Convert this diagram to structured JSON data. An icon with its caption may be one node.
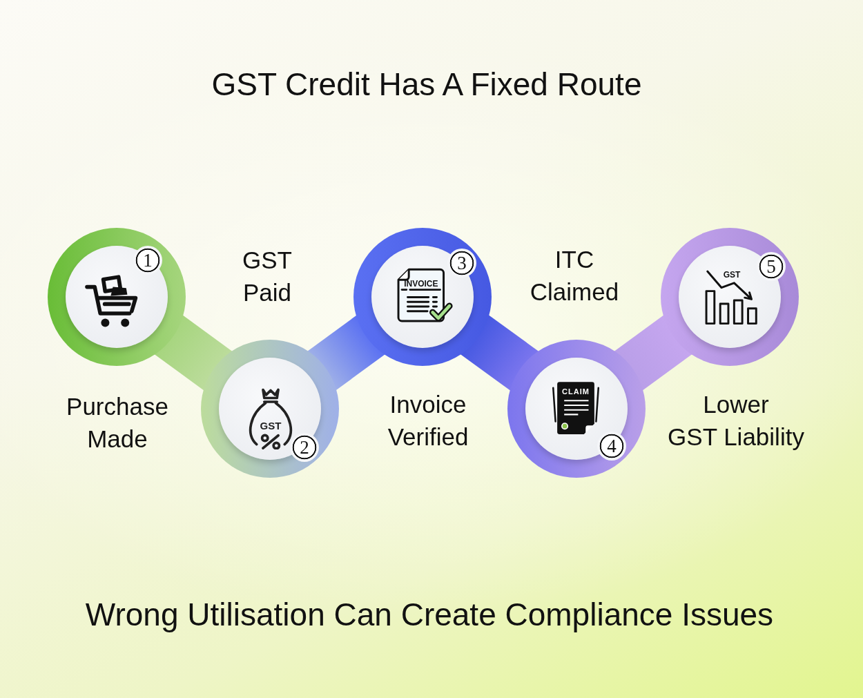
{
  "diagram": {
    "title": "GST Credit Has A Fixed Route",
    "caption": "Wrong Utilisation Can Create Compliance Issues",
    "nodes": [
      {
        "text": [
          "1"
        ],
        "beside": [
          "Purchase Made"
        ]
      },
      {
        "text": [
          "2"
        ],
        "beside": [
          "GST Paid"
        ]
      },
      {
        "text": [
          "3"
        ],
        "beside": [
          "Invoice Verified"
        ]
      },
      {
        "text": [
          "4"
        ],
        "beside": [
          "ITC Claimed"
        ]
      },
      {
        "text": [
          "5"
        ],
        "beside": [
          "Lower GST Liability"
        ]
      }
    ],
    "edges": [
      {
        "from": 0,
        "to": 1,
        "arrow": "none"
      },
      {
        "from": 1,
        "to": 2,
        "arrow": "none"
      },
      {
        "from": 2,
        "to": 3,
        "arrow": "none"
      },
      {
        "from": 3,
        "to": 4,
        "arrow": "none"
      }
    ],
    "labels": [
      "GST",
      "INVOICE",
      "CLAIM",
      "GST"
    ]
  }
}
